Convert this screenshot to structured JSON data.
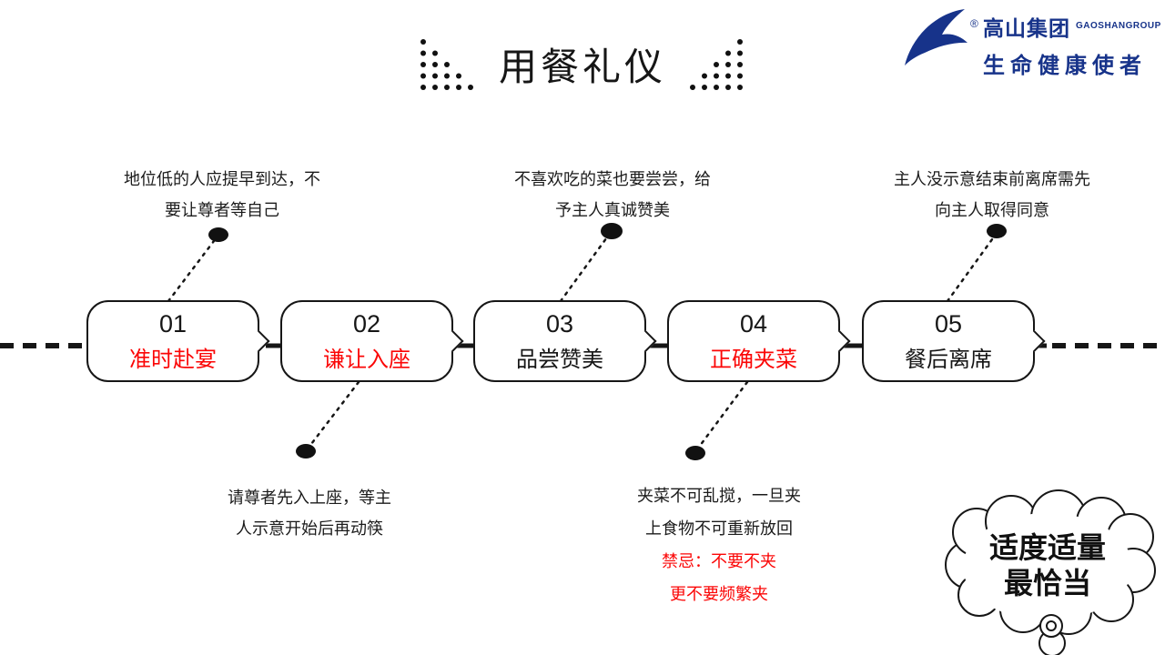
{
  "title": "用餐礼仪",
  "logo": {
    "company": "高山集团",
    "company_en": "GAOSHANGROUP",
    "slogan": "生命健康使者",
    "registered": "®"
  },
  "steps": [
    {
      "number": "01",
      "label": "准时赴宴",
      "label_color": "#fb0606"
    },
    {
      "number": "02",
      "label": "谦让入座",
      "label_color": "#fb0606"
    },
    {
      "number": "03",
      "label": "品尝赞美",
      "label_color": "#161616"
    },
    {
      "number": "04",
      "label": "正确夹菜",
      "label_color": "#fb0606"
    },
    {
      "number": "05",
      "label": "餐后离席",
      "label_color": "#161616"
    }
  ],
  "notes": {
    "above_step1": {
      "line1": "地位低的人应提早到达，不",
      "line2": "要让尊者等自己"
    },
    "above_step3": {
      "line1": "不喜欢吃的菜也要尝尝，给",
      "line2": "予主人真诚赞美"
    },
    "above_step5": {
      "line1": "主人没示意结束前离席需先",
      "line2": "向主人取得同意"
    },
    "below_step2": {
      "line1": "请尊者先入上座，等主",
      "line2": "人示意开始后再动筷"
    },
    "below_step4": {
      "line1": "夹菜不可乱搅，一旦夹",
      "line2": "上食物不可重新放回",
      "warning1": "禁忌：不要不夹",
      "warning2": "更不要频繁夹"
    }
  },
  "cloud": {
    "line1": "适度适量",
    "line2": "最恰当"
  },
  "colors": {
    "accent_red": "#fb0606",
    "brand_blue": "#17338a",
    "ink": "#161616"
  }
}
